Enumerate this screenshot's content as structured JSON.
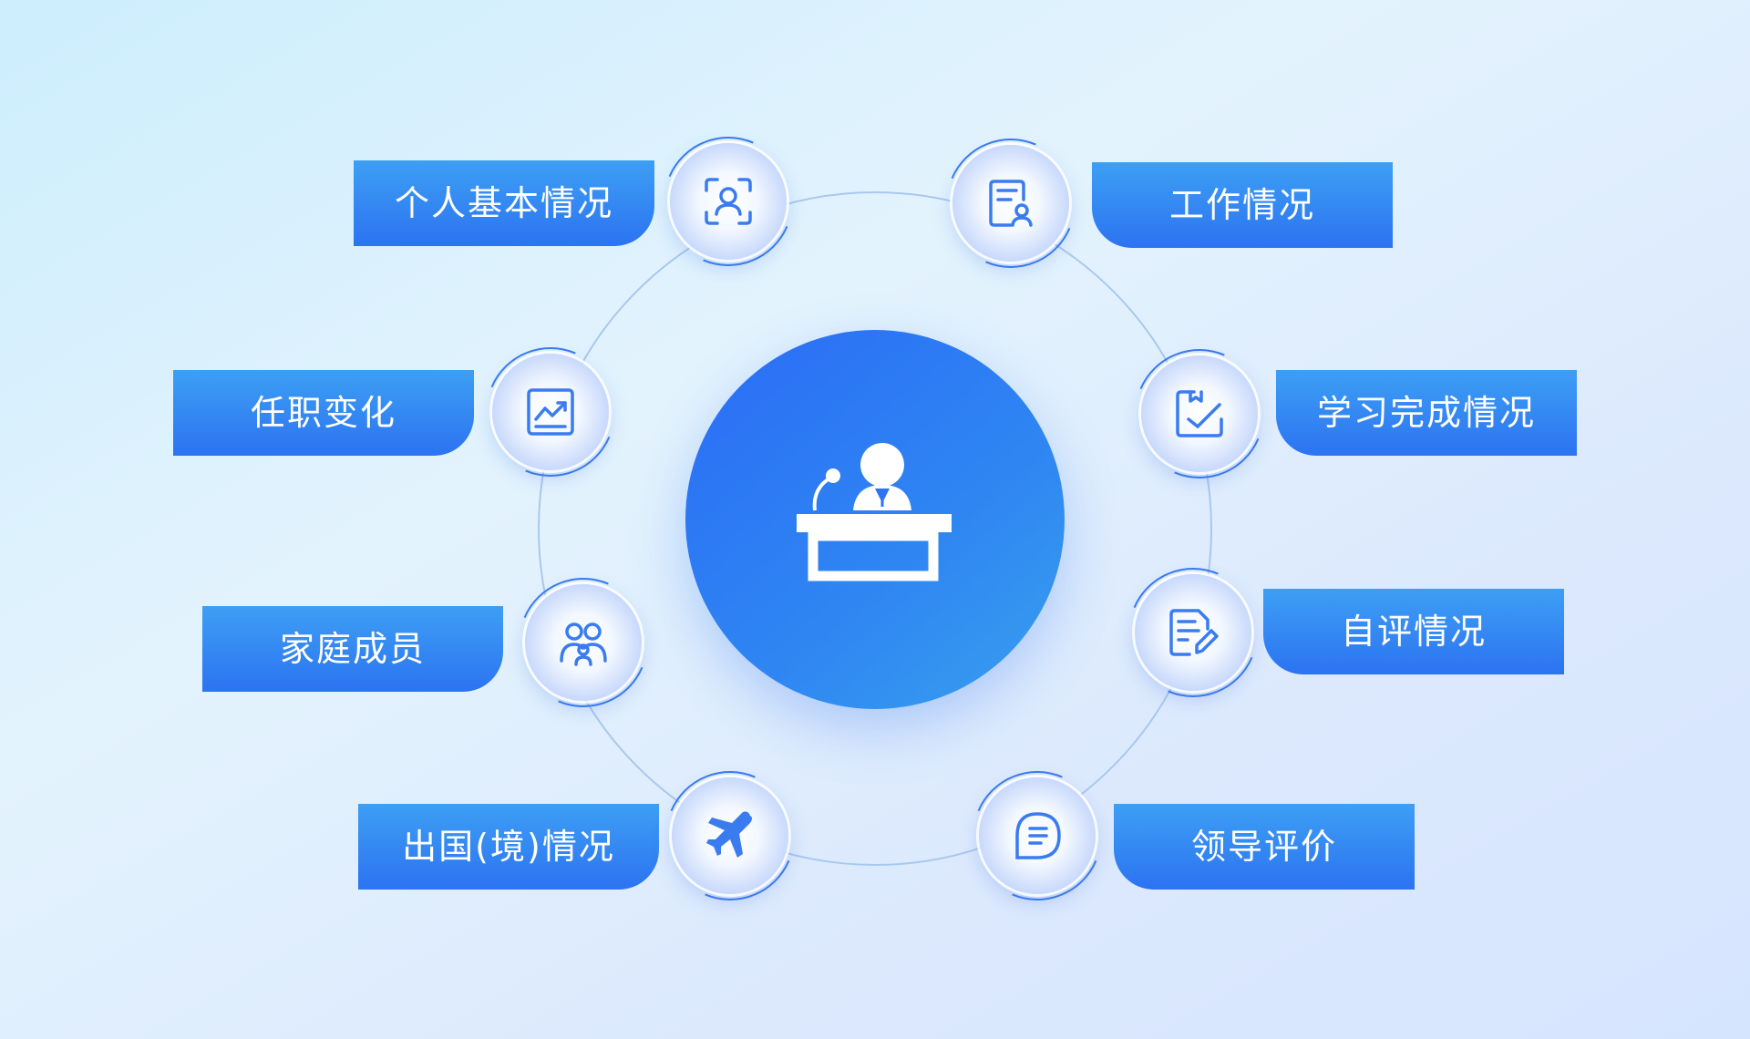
{
  "diagram": {
    "center_icon": "podium-speaker-icon",
    "items": [
      {
        "label": "个人基本情况",
        "icon": "user-scan-icon"
      },
      {
        "label": "工作情况",
        "icon": "document-user-icon"
      },
      {
        "label": "任职变化",
        "icon": "trend-chart-icon"
      },
      {
        "label": "学习完成情况",
        "icon": "check-task-icon"
      },
      {
        "label": "家庭成员",
        "icon": "family-group-icon"
      },
      {
        "label": "自评情况",
        "icon": "document-edit-icon"
      },
      {
        "label": "出国(境)情况",
        "icon": "airplane-icon"
      },
      {
        "label": "领导评价",
        "icon": "comment-list-icon"
      }
    ],
    "colors": {
      "accent": "#2c73f2",
      "accent_light": "#3d9ff3",
      "ring": "#a9c8ee"
    }
  }
}
